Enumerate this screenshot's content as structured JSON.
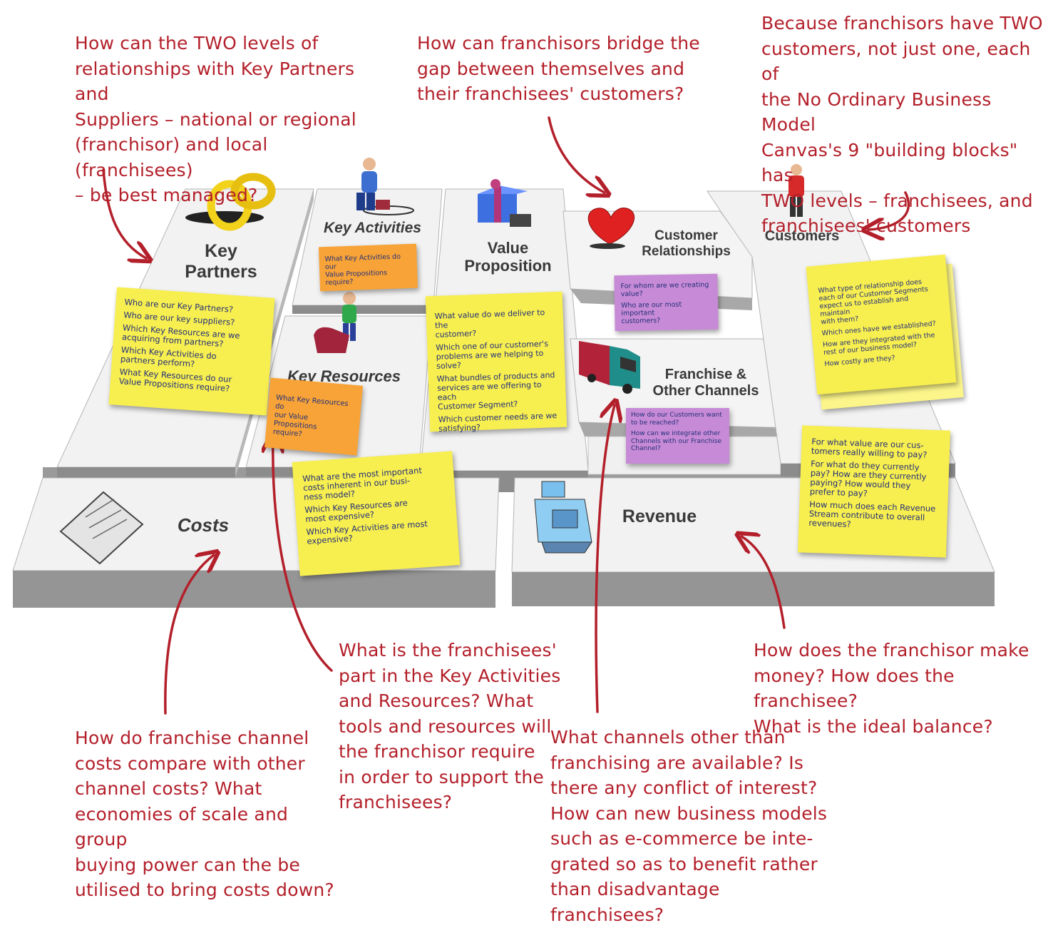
{
  "annotations": {
    "key_partners": "How can the TWO levels of\nrelationships with Key Partners and\nSuppliers – national or regional\n(franchisor) and local (franchisees)\n– be best managed?",
    "bridge_gap": "How can franchisors bridge the\ngap between themselves and\ntheir franchisees' customers?",
    "two_customers": "Because franchisors have TWO\ncustomers, not just one, each of\nthe No Ordinary Business Model\nCanvas's 9 \"building blocks\" has\nTWO levels – franchisees, and\nfranchisees' customers",
    "costs": "How do franchise channel\ncosts compare with other\nchannel costs? What\neconomies of scale and group\nbuying power can the be\nutilised to bring costs down?",
    "franchisees_part": "What is the franchisees'\npart in the Key Activities\nand Resources? What\ntools and resources will\nthe franchisor require\nin order to support the\nfranchisees?",
    "channels": "What channels other than\nfranchising are available? Is\nthere any conflict of interest?\nHow can new business models\nsuch as e-commerce be inte-\ngrated so as to benefit rather\nthan disadvantage franchisees?",
    "revenue": "How does the franchisor make\nmoney? How does the franchisee?\nWhat is the ideal balance?"
  },
  "blocks": {
    "key_partners": "Key\nPartners",
    "key_activities": "Key Activities",
    "key_resources": "Key Resources",
    "value_proposition": "Value\nProposition",
    "customer_relationships": "Customer\nRelationships",
    "channels": "Franchise &\nOther Channels",
    "customers": "Customers",
    "costs": "Costs",
    "revenue": "Revenue"
  },
  "notes": {
    "key_partners": [
      "Who are our Key Partners?",
      "Who are our key suppliers?",
      "Which Key Resources are we\nacquiring from partners?",
      "Which Key Activities do\npartners perform?",
      "What Key Resources do our\nValue Propositions require?"
    ],
    "key_activities": [
      "What Key Activities do our\nValue Propositions require?"
    ],
    "key_resources": [
      "What Key Resources do\nour Value Propositions\nrequire?"
    ],
    "value_proposition": [
      "What value do we deliver to the\ncustomer?",
      "Which one of our customer's\nproblems are we helping to solve?",
      "What bundles of products and\nservices are we offering to each\nCustomer Segment?",
      "Which customer needs are we\nsatisfying?"
    ],
    "customer_relationships": [
      "For whom are we creating\nvalue?",
      "Who are our most important\ncustomers?"
    ],
    "channels": [
      "How do our Customers want\nto be reached?",
      "How can we integrate other\nChannels with our Franchise\nChannel?"
    ],
    "customers": [
      "What type of relationship does\neach of our Customer Segments\nexpect us to establish and maintain\nwith them?",
      "Which ones have we established?",
      "How are they integrated with the\nrest of our business model?",
      "How costly are they?"
    ],
    "costs": [
      "What are the most important\ncosts inherent in our busi-\nness model?",
      "Which Key Resources are\nmost expensive?",
      "Which Key Activities are most\nexpensive?"
    ],
    "revenue": [
      "For what value  are our cus-\ntomers really willing to pay?",
      "For what do they currently\npay? How are they currently\npaying? How would they\nprefer to pay?",
      "How much does each Revenue\nStream contribute to overall\nrevenues?"
    ]
  },
  "icons": [
    "rings-icon",
    "person-pushing-icon",
    "gift-icon",
    "heart-icon",
    "person-standing-icon",
    "person-with-couch-icon",
    "truck-icon",
    "receipt-icon",
    "cash-register-icon"
  ],
  "colors": {
    "annotation": "#b31f2a",
    "note_text": "#24307a",
    "yellow_note": "#f7ee4f",
    "orange_note": "#f7a337",
    "purple_note": "#c78ad6"
  }
}
